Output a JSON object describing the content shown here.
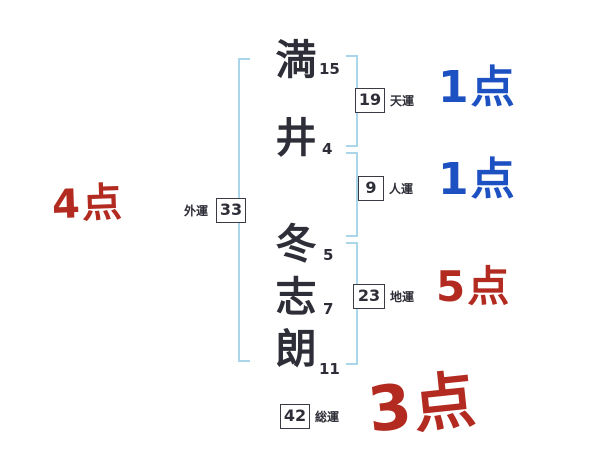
{
  "name_chars": [
    {
      "char": "満",
      "strokes": "15"
    },
    {
      "char": "井",
      "strokes": "4"
    },
    {
      "char": "冬",
      "strokes": "5"
    },
    {
      "char": "志",
      "strokes": "7"
    },
    {
      "char": "朗",
      "strokes": "11"
    }
  ],
  "fortunes": {
    "heaven": {
      "label": "天運",
      "value": "19",
      "score": "1点"
    },
    "person": {
      "label": "人運",
      "value": "9",
      "score": "1点"
    },
    "earth": {
      "label": "地運",
      "value": "23",
      "score": "5点"
    },
    "outer": {
      "label": "外運",
      "value": "33",
      "score": "4点"
    },
    "total": {
      "label": "総運",
      "value": "42",
      "score": "3点"
    }
  },
  "colors": {
    "bracket": "#a9d6e8",
    "ink": "#2e2e38",
    "score_red": "#b22a20",
    "score_blue": "#1d51c2"
  }
}
